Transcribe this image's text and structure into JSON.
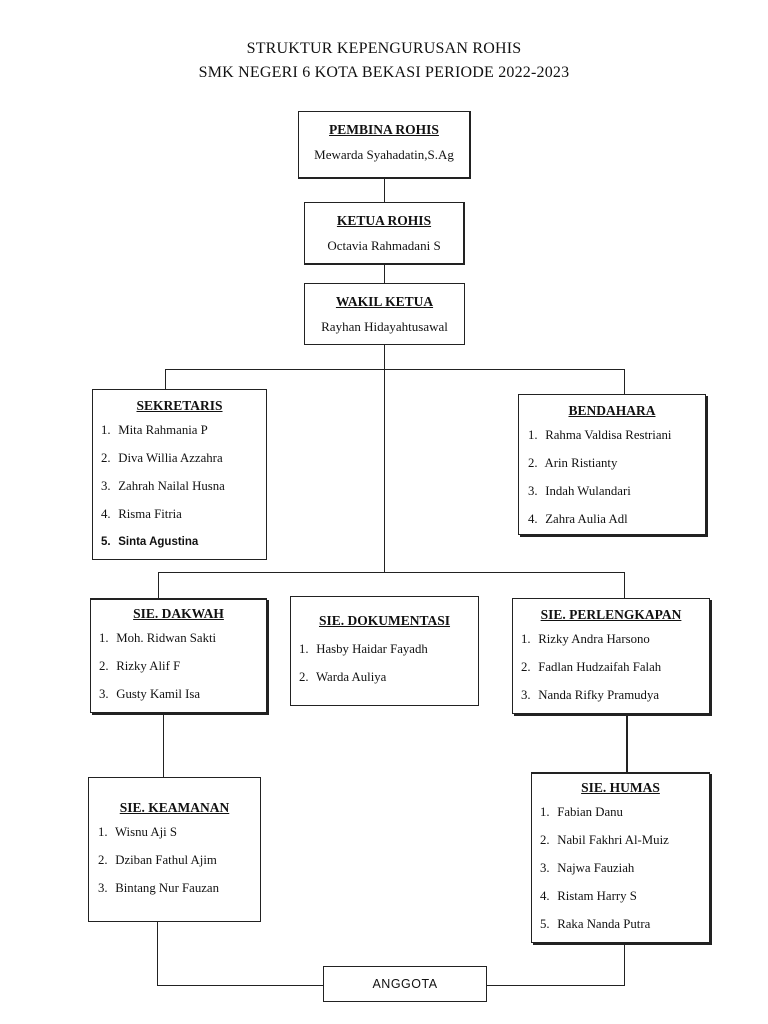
{
  "title": {
    "line1": "STRUKTUR KEPENGURUSAN ROHIS",
    "line2": "SMK NEGERI 6 KOTA BEKASI PERIODE 2022-2023"
  },
  "pembina": {
    "label": "PEMBINA ROHIS",
    "name": "Mewarda Syahadatin,S.Ag"
  },
  "ketua": {
    "label": "KETUA ROHIS ",
    "name": "Octavia Rahmadani S"
  },
  "wakil": {
    "label": "WAKIL KETUA ",
    "name": "Rayhan Hidayahtusawal"
  },
  "sekretaris": {
    "label": "SEKRETARIS",
    "members": [
      {
        "num": "1.",
        "name": "Mita Rahmania P"
      },
      {
        "num": "2.",
        "name": "Diva Willia Azzahra"
      },
      {
        "num": "3.",
        "name": "Zahrah Nailal Husna"
      },
      {
        "num": "4.",
        "name": "Risma Fitria"
      },
      {
        "num": "5.",
        "name": "Sinta Agustina"
      }
    ]
  },
  "bendahara": {
    "label": "BENDAHARA",
    "members": [
      {
        "num": "1.",
        "name": "Rahma Valdisa Restriani"
      },
      {
        "num": "2.",
        "name": "Arin Ristianty"
      },
      {
        "num": "3.",
        "name": "Indah Wulandari"
      },
      {
        "num": "4.",
        "name": "Zahra Aulia Adl"
      }
    ]
  },
  "dakwah": {
    "label": "SIE. DAKWAH",
    "members": [
      {
        "num": "1.",
        "name": "Moh. Ridwan Sakti"
      },
      {
        "num": "2.",
        "name": "Rizky Alif F"
      },
      {
        "num": "3.",
        "name": "Gusty Kamil Isa"
      }
    ]
  },
  "dokumentasi": {
    "label": "SIE. DOKUMENTASI",
    "members": [
      {
        "num": "1.",
        "name": "Hasby Haidar Fayadh"
      },
      {
        "num": "2.",
        "name": "Warda Auliya"
      }
    ]
  },
  "perlengkapan": {
    "label": "SIE. PERLENGKAPAN ",
    "members": [
      {
        "num": "1.",
        "name": "Rizky Andra Harsono"
      },
      {
        "num": "2.",
        "name": "Fadlan Hudzaifah Falah"
      },
      {
        "num": "3.",
        "name": "Nanda Rifky Pramudya"
      }
    ]
  },
  "keamanan": {
    "label": "SIE. KEAMANAN ",
    "members": [
      {
        "num": "1.",
        "name": "Wisnu Aji S"
      },
      {
        "num": "2.",
        "name": "Dziban Fathul Ajim"
      },
      {
        "num": "3.",
        "name": "Bintang Nur Fauzan"
      }
    ]
  },
  "humas": {
    "label": "SIE. HUMAS ",
    "members": [
      {
        "num": "1.",
        "name": "Fabian Danu"
      },
      {
        "num": "2.",
        "name": "Nabil Fakhri Al-Muiz"
      },
      {
        "num": "3.",
        "name": "Najwa Fauziah"
      },
      {
        "num": "4.",
        "name": "Ristam Harry S"
      },
      {
        "num": "5.",
        "name": "Raka Nanda Putra"
      }
    ]
  },
  "anggota": "ANGGOTA"
}
